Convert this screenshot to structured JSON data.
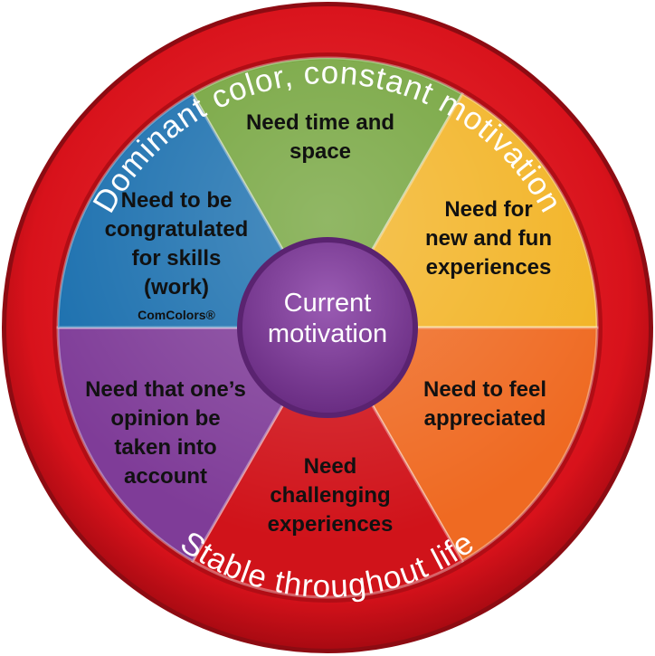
{
  "ring": {
    "top_text": "Dominant color, constant motivation",
    "bottom_text": "Stable throughout life",
    "color": "#d8121b"
  },
  "center": {
    "lines": [
      "Current",
      "motivation"
    ],
    "color": "#7e3c97"
  },
  "segments": [
    {
      "id": "green",
      "color": "#72a33a",
      "lines": [
        "Need time and",
        "space"
      ]
    },
    {
      "id": "yellow",
      "color": "#f2b324",
      "lines": [
        "Need for",
        "new and fun",
        "experiences"
      ]
    },
    {
      "id": "orange",
      "color": "#ef6a22",
      "lines": [
        "Need to feel",
        "appreciated"
      ]
    },
    {
      "id": "red",
      "color": "#d0131a",
      "lines": [
        "Need",
        "challenging",
        "experiences"
      ]
    },
    {
      "id": "purple",
      "color": "#7f3c98",
      "lines": [
        "Need that one’s",
        "opinion be",
        "taken into",
        "account"
      ]
    },
    {
      "id": "blue",
      "color": "#1a6fae",
      "lines": [
        "Need to be",
        "congratulated",
        "for skills",
        "(work)"
      ]
    }
  ],
  "brand": "ComColors®"
}
